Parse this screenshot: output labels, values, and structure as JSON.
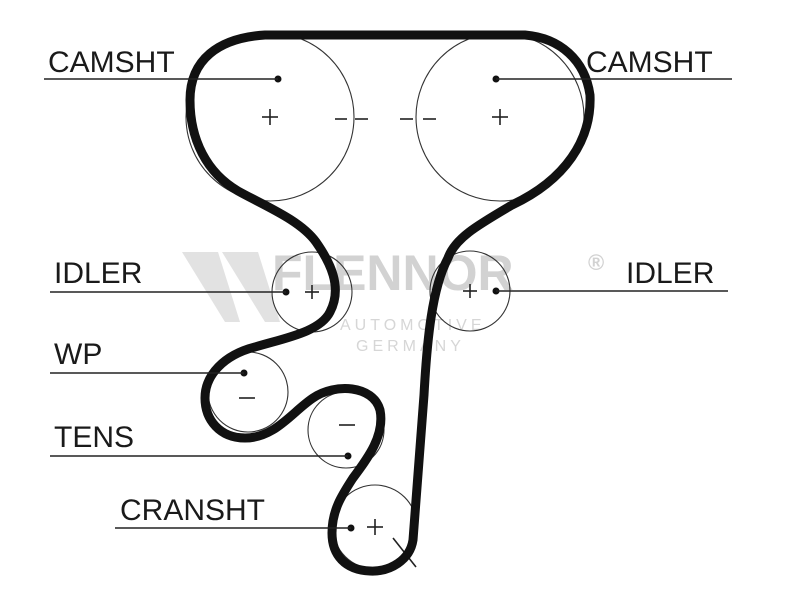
{
  "labels": {
    "camshaft_left": "CAMSHT",
    "camshaft_right": "CAMSHT",
    "idler_left": "IDLER",
    "idler_right": "IDLER",
    "water_pump": "WP",
    "tensioner": "TENS",
    "crankshaft": "CRANSHT"
  },
  "watermark": {
    "brand": "FLENNOR",
    "registered": "®",
    "line1": "AUTOMOTIVE",
    "line2": "GERMANY"
  }
}
